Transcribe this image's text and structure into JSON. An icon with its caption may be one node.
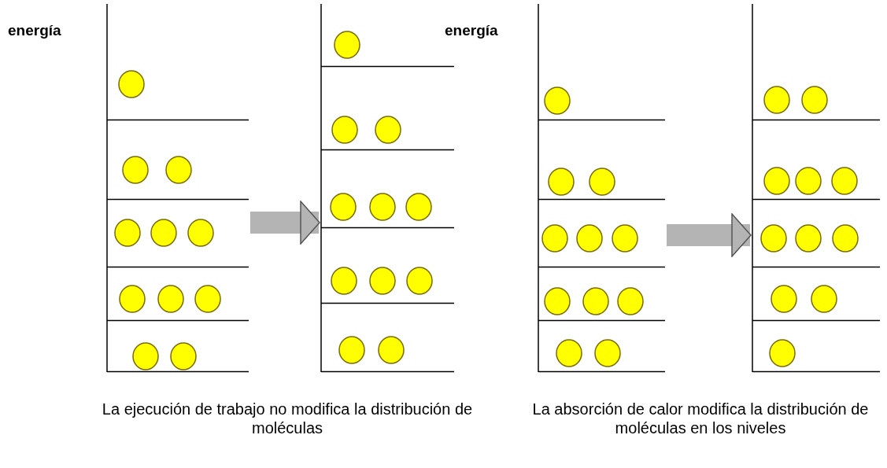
{
  "diagram": {
    "nodes": [
      {
        "text": [],
        "shape": "picture"
      },
      {
        "text": [],
        "shape": "picture"
      },
      {
        "text": [],
        "shape": "picture"
      },
      {
        "text": [],
        "shape": "picture"
      }
    ],
    "edges": [
      {
        "from": 0,
        "to": 1,
        "arrow": "to"
      },
      {
        "from": 2,
        "to": 3,
        "arrow": "to"
      }
    ],
    "labels": [
      "energía",
      "energía",
      "La ejecución de trabajo no modifica la distribución de moléculas",
      "La absorción de calor modifica la distribución de moléculas en los niveles"
    ]
  }
}
